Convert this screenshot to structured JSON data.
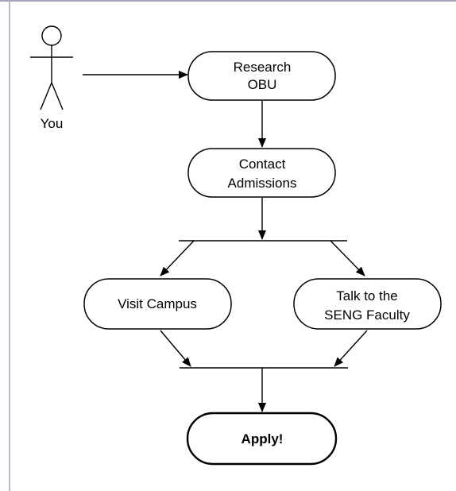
{
  "diagram": {
    "actor": {
      "label": "You"
    },
    "nodes": {
      "research": {
        "line1": "Research",
        "line2": "OBU"
      },
      "contact": {
        "line1": "Contact",
        "line2": "Admissions"
      },
      "visit": {
        "line1": "Visit Campus"
      },
      "talk": {
        "line1": "Talk to the",
        "line2": "SENG Faculty"
      },
      "apply": {
        "line1": "Apply!"
      }
    }
  },
  "colors": {
    "frame": "#a7a3bd",
    "stroke": "#000000",
    "node_fill": "#ffffff"
  }
}
